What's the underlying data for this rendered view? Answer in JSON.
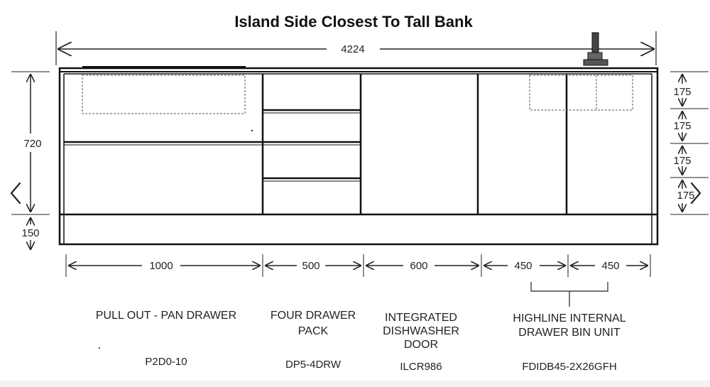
{
  "title": "Island Side Closest To Tall Bank",
  "overall_width": "4224",
  "height_dims": {
    "carcass": "720",
    "plinth": "150"
  },
  "right_dims": [
    "175",
    "175",
    "175",
    "175"
  ],
  "unit_widths": [
    "1000",
    "500",
    "600",
    "450",
    "450"
  ],
  "labels": {
    "pan_drawer": [
      "PULL OUT - PAN DRAWER"
    ],
    "four_drawer": [
      "FOUR DRAWER",
      "PACK"
    ],
    "dishwasher": [
      "INTEGRATED",
      "DISHWASHER",
      "DOOR"
    ],
    "highline": [
      "HIGHLINE INTERNAL",
      "DRAWER BIN UNIT"
    ]
  },
  "codes": {
    "pan_drawer": "P2D0-10",
    "four_drawer": "DP5-4DRW",
    "dishwasher": "ILCR986",
    "highline": "FDIDB45-2X26GFH"
  },
  "icons": {
    "prev": "chevron-left-icon",
    "next": "chevron-right-icon",
    "tap": "tap-icon"
  }
}
